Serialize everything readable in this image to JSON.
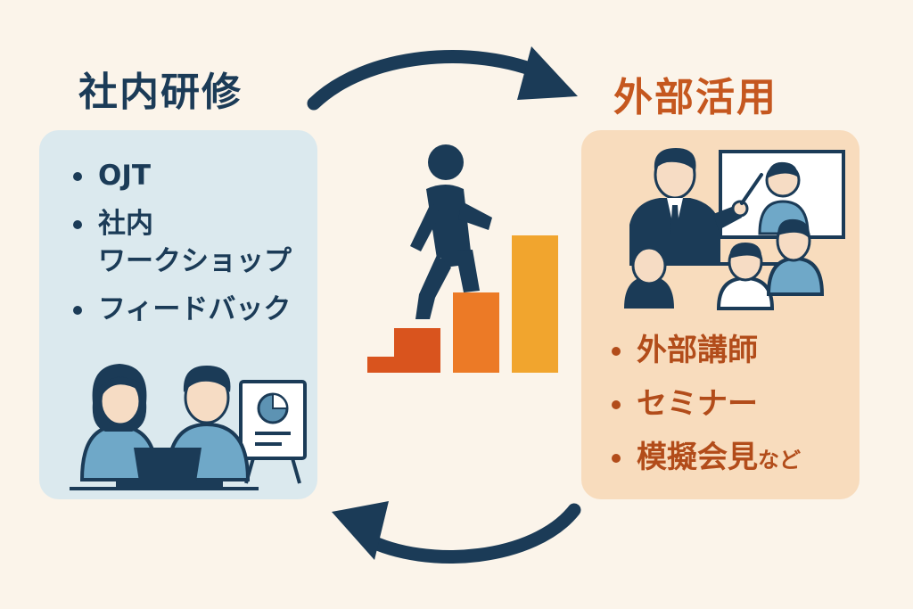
{
  "left": {
    "title": "社内研修",
    "items": [
      {
        "text": "OJT"
      },
      {
        "text": "社内",
        "text2": "ワークショップ"
      },
      {
        "text": "フィードバック"
      }
    ]
  },
  "right": {
    "title": "外部活用",
    "items": [
      {
        "text": "外部講師"
      },
      {
        "text": "セミナー"
      },
      {
        "text": "模擬会見",
        "suffix": "など"
      }
    ]
  },
  "colors": {
    "navy": "#1b3b57",
    "orange": "#c5571f",
    "panel_left": "#dbe9ee",
    "panel_right": "#f8dcbd",
    "step_1": "#d9541e",
    "step_2": "#ec7a26",
    "step_3": "#f1a52e"
  },
  "icons": [
    "cycle-arrow-top-icon",
    "cycle-arrow-bottom-icon",
    "person-climbing-stairs-icon",
    "team-laptop-icon",
    "presenter-audience-icon"
  ]
}
